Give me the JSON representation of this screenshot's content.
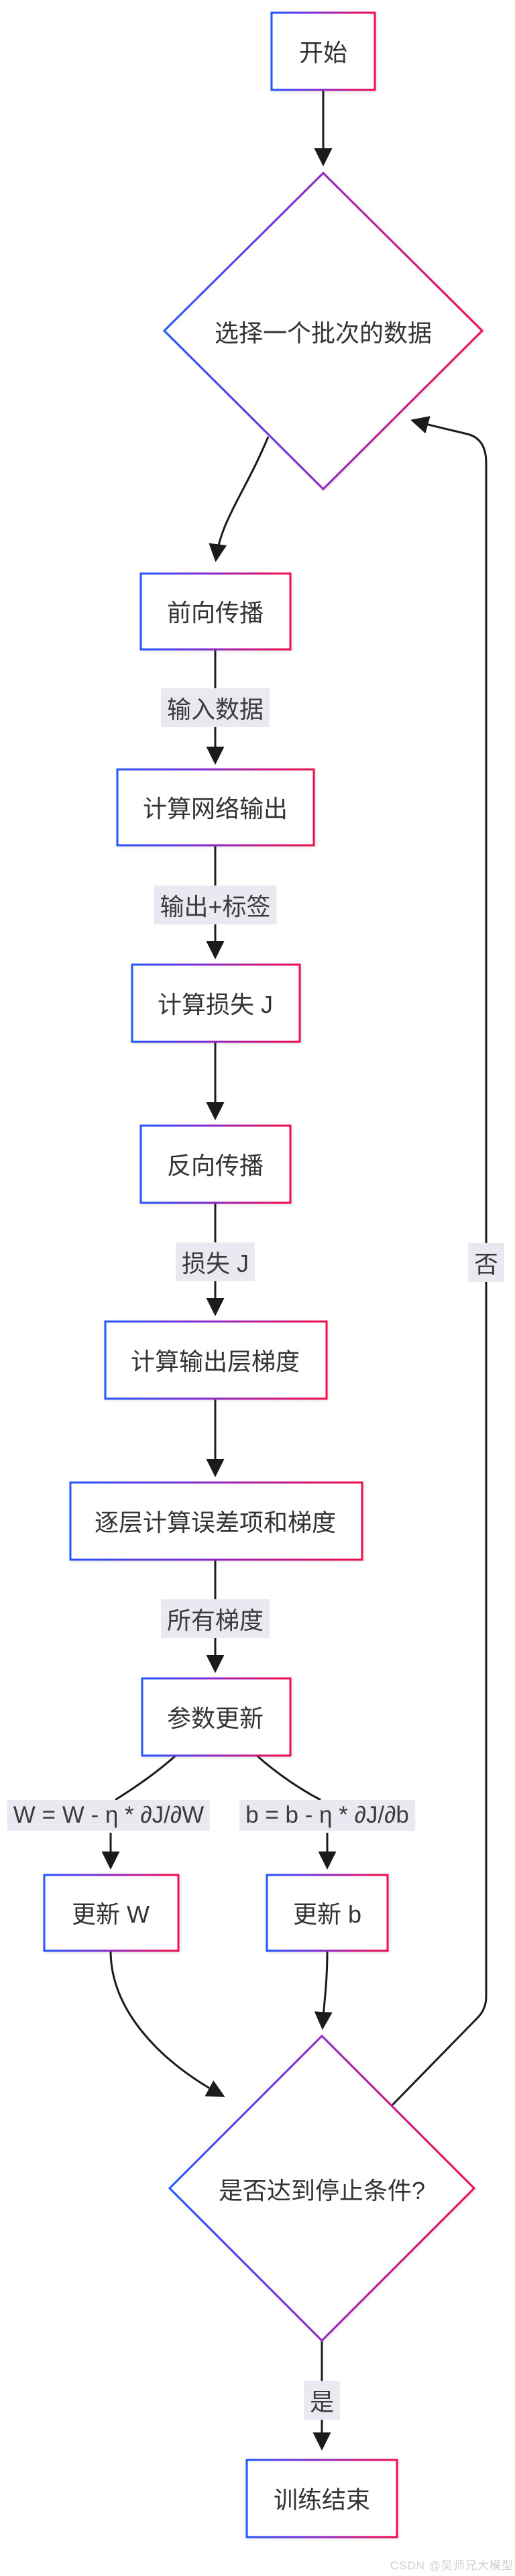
{
  "diagram": {
    "type": "flowchart",
    "direction": "top-down",
    "accent_colors": {
      "border_gradient_left_blue": "#2356ff",
      "border_gradient_mid_purple": "#7a2fd8",
      "border_gradient_mid_magenta": "#c4188c",
      "border_gradient_right_red": "#f20d4b",
      "edge_line": "#1b1b1b",
      "edge_label_background": "#e9e9f2",
      "text": "#333333"
    },
    "nodes": [
      {
        "id": "start",
        "shape": "rect",
        "label": "开始"
      },
      {
        "id": "select-batch",
        "shape": "diamond",
        "label": "选择一个批次的数据"
      },
      {
        "id": "forward-prop",
        "shape": "rect",
        "label": "前向传播"
      },
      {
        "id": "compute-net-output",
        "shape": "rect",
        "label": "计算网络输出"
      },
      {
        "id": "compute-loss",
        "shape": "rect",
        "label": "计算损失 J"
      },
      {
        "id": "back-prop",
        "shape": "rect",
        "label": "反向传播"
      },
      {
        "id": "output-layer-grad",
        "shape": "rect",
        "label": "计算输出层梯度"
      },
      {
        "id": "layerwise-grads",
        "shape": "rect",
        "label": "逐层计算误差项和梯度"
      },
      {
        "id": "param-update",
        "shape": "rect",
        "label": "参数更新"
      },
      {
        "id": "update-w",
        "shape": "rect",
        "label": "更新 W"
      },
      {
        "id": "update-b",
        "shape": "rect",
        "label": "更新 b"
      },
      {
        "id": "stop-condition",
        "shape": "diamond",
        "label": "是否达到停止条件?"
      },
      {
        "id": "end",
        "shape": "rect",
        "label": "训练结束"
      }
    ],
    "edge_labels": {
      "input_data": "输入数据",
      "output_plus_label": "输出+标签",
      "loss_j": "损失 J",
      "all_grads": "所有梯度",
      "w_update_formula": "W = W - η * ∂J/∂W",
      "b_update_formula": "b = b - η * ∂J/∂b",
      "yes": "是",
      "no": "否"
    },
    "edges": [
      {
        "from": "start",
        "to": "select-batch",
        "label": ""
      },
      {
        "from": "select-batch",
        "to": "forward-prop",
        "label": ""
      },
      {
        "from": "forward-prop",
        "to": "compute-net-output",
        "label": "输入数据"
      },
      {
        "from": "compute-net-output",
        "to": "compute-loss",
        "label": "输出+标签"
      },
      {
        "from": "compute-loss",
        "to": "back-prop",
        "label": ""
      },
      {
        "from": "back-prop",
        "to": "output-layer-grad",
        "label": "损失 J"
      },
      {
        "from": "output-layer-grad",
        "to": "layerwise-grads",
        "label": ""
      },
      {
        "from": "layerwise-grads",
        "to": "param-update",
        "label": "所有梯度"
      },
      {
        "from": "param-update",
        "to": "update-w",
        "label": "W = W - η * ∂J/∂W"
      },
      {
        "from": "param-update",
        "to": "update-b",
        "label": "b = b - η * ∂J/∂b"
      },
      {
        "from": "update-w",
        "to": "stop-condition",
        "label": ""
      },
      {
        "from": "update-b",
        "to": "stop-condition",
        "label": ""
      },
      {
        "from": "stop-condition",
        "to": "end",
        "label": "是"
      },
      {
        "from": "stop-condition",
        "to": "select-batch",
        "label": "否"
      }
    ],
    "watermark": "CSDN @吴师兄大模型"
  }
}
